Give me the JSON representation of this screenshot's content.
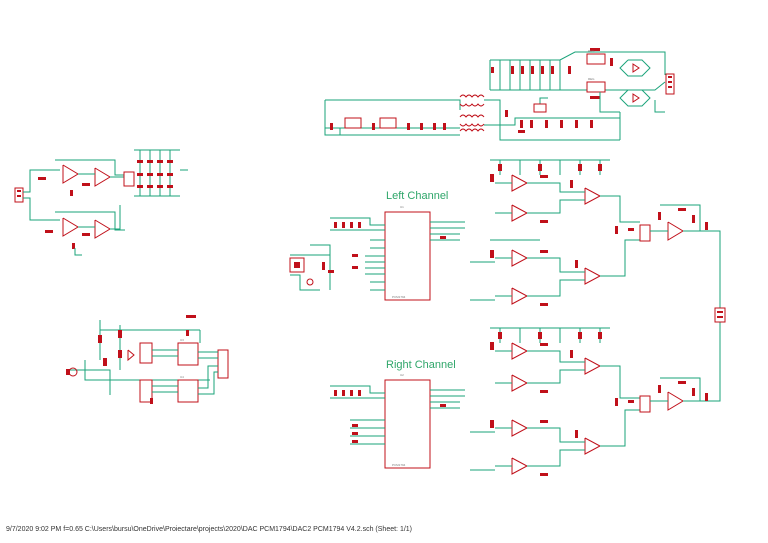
{
  "channels": {
    "left": "Left Channel",
    "right": "Right Channel"
  },
  "footer": {
    "status": "9/7/2020 9:02 PM  f=0.65  C:\\Users\\bursu\\OneDrive\\Proiectare\\projects\\2020\\DAC PCM1794\\DAC2 PCM1794 V4.2.sch (Sheet: 1/1)"
  },
  "colors": {
    "wire": "#1aa37a",
    "component": "#c0101a",
    "channel_label": "#2fa66a"
  }
}
